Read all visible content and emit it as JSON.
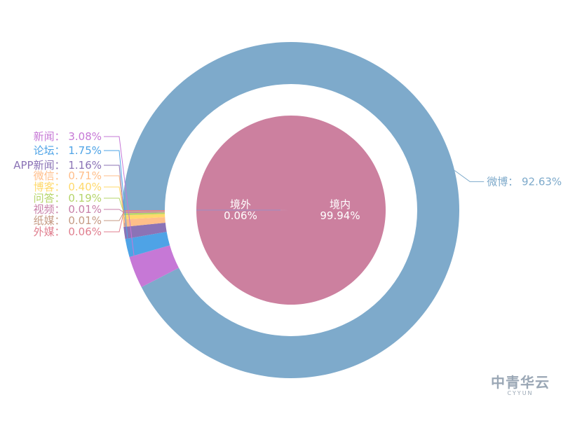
{
  "chart_data": {
    "type": "pie",
    "title": "",
    "label_separator": "：",
    "inner": {
      "slices": [
        {
          "name": "境内",
          "value": 99.94,
          "display": "99.94%",
          "color": "#cc809f"
        },
        {
          "name": "境外",
          "value": 0.06,
          "display": "0.06%",
          "color": "#9b8ec4"
        }
      ]
    },
    "outer": {
      "slices": [
        {
          "name": "微博",
          "value": 92.63,
          "display": "92.63%",
          "color": "#7eaacb"
        },
        {
          "name": "新闻",
          "value": 3.08,
          "display": "3.08%",
          "color": "#c678d6"
        },
        {
          "name": "论坛",
          "value": 1.75,
          "display": "1.75%",
          "color": "#4ea3e6"
        },
        {
          "name": "APP新闻",
          "value": 1.16,
          "display": "1.16%",
          "color": "#8b73b6"
        },
        {
          "name": "微信",
          "value": 0.71,
          "display": "0.71%",
          "color": "#ffbe8a"
        },
        {
          "name": "博客",
          "value": 0.4,
          "display": "0.40%",
          "color": "#ffd96b"
        },
        {
          "name": "问答",
          "value": 0.19,
          "display": "0.19%",
          "color": "#b5d46a"
        },
        {
          "name": "视频",
          "value": 0.01,
          "display": "0.01%",
          "color": "#c77fa8"
        },
        {
          "name": "纸媒",
          "value": 0.01,
          "display": "0.01%",
          "color": "#c59a83"
        },
        {
          "name": "外媒",
          "value": 0.06,
          "display": "0.06%",
          "color": "#e07f8f"
        }
      ]
    }
  },
  "logo": {
    "mark": "中青华云",
    "sub": "CYYUN"
  }
}
